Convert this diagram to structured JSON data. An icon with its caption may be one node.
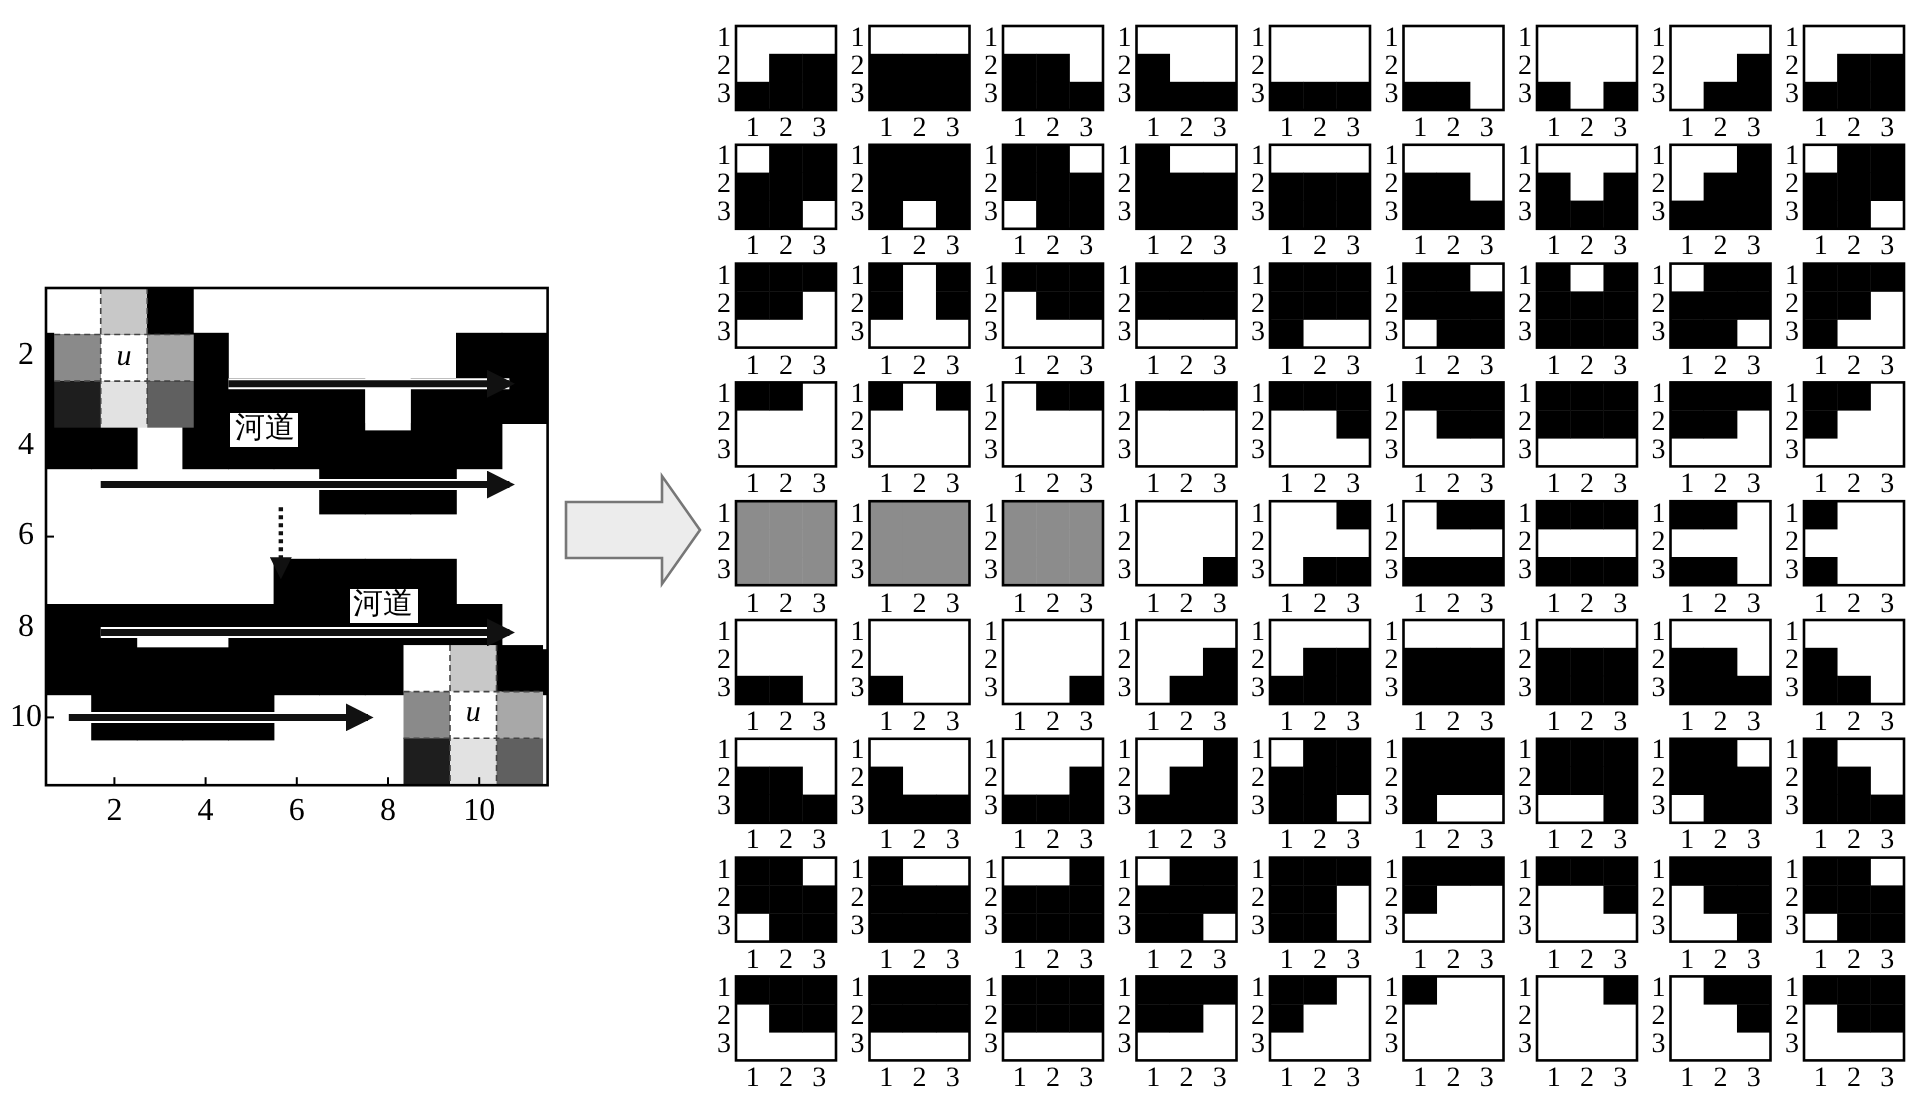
{
  "diagram": {
    "labels": [
      "u",
      "河道",
      "河道",
      "u",
      "2",
      "4",
      "6",
      "8",
      "10",
      "2",
      "4",
      "6",
      "8",
      "10",
      "1",
      "2",
      "3",
      "1",
      "2",
      "3",
      "1",
      "2",
      "3",
      "1",
      "2",
      "3",
      "1",
      "2",
      "3",
      "1",
      "2",
      "3",
      "1",
      "2",
      "3",
      "1",
      "2",
      "3",
      "1",
      "2",
      "3",
      "1",
      "2",
      "3",
      "1",
      "2",
      "3",
      "1",
      "2",
      "3",
      "1",
      "2",
      "3",
      "1",
      "2",
      "3",
      "1",
      "2",
      "3",
      "1",
      "2",
      "3",
      "1",
      "2",
      "3",
      "1",
      "2",
      "3",
      "1",
      "2",
      "3",
      "1",
      "2",
      "3",
      "1",
      "2",
      "3",
      "1",
      "2",
      "3",
      "1",
      "2",
      "3",
      "1",
      "2",
      "3",
      "1",
      "2",
      "3",
      "1",
      "2",
      "3",
      "1",
      "2",
      "3",
      "1",
      "2",
      "3",
      "1",
      "2",
      "3",
      "1",
      "2",
      "3",
      "1",
      "2",
      "3",
      "1",
      "2",
      "3",
      "1",
      "2",
      "3",
      "1",
      "2",
      "3",
      "1",
      "2",
      "3",
      "1",
      "2",
      "3",
      "1",
      "2",
      "3",
      "1",
      "2",
      "3",
      "1",
      "2",
      "3",
      "1",
      "2",
      "3",
      "1",
      "2",
      "3",
      "1",
      "2",
      "3",
      "1",
      "2",
      "3",
      "1",
      "2",
      "3",
      "1",
      "2",
      "3",
      "1",
      "2",
      "3",
      "1",
      "2",
      "3",
      "1",
      "2",
      "3",
      "1",
      "2",
      "3",
      "1",
      "2",
      "3",
      "1",
      "2",
      "3",
      "1",
      "2",
      "3",
      "1",
      "2",
      "3",
      "1",
      "2",
      "3",
      "1",
      "2",
      "3",
      "1",
      "2",
      "3",
      "1",
      "2",
      "3",
      "1",
      "2",
      "3",
      "1",
      "2",
      "3",
      "1",
      "2",
      "3",
      "1",
      "2",
      "3",
      "1",
      "2",
      "3",
      "1",
      "2",
      "3",
      "1",
      "2",
      "3",
      "1",
      "2",
      "3",
      "1",
      "2",
      "3",
      "1",
      "2",
      "3",
      "1",
      "2",
      "3",
      "1",
      "2",
      "3",
      "1",
      "2",
      "3",
      "1",
      "2",
      "3",
      "1",
      "2",
      "3",
      "1",
      "2",
      "3",
      "1",
      "2",
      "3",
      "1",
      "2",
      "3",
      "1",
      "2",
      "3",
      "1",
      "2",
      "3",
      "1",
      "2",
      "3",
      "1",
      "2",
      "3",
      "1",
      "2",
      "3",
      "1",
      "2",
      "3",
      "1",
      "2",
      "3",
      "1",
      "2",
      "3",
      "1",
      "2",
      "3",
      "1",
      "2",
      "3",
      "1",
      "2",
      "3",
      "1",
      "2",
      "3",
      "1",
      "2",
      "3",
      "1",
      "2",
      "3",
      "1",
      "2",
      "3",
      "1",
      "2",
      "3",
      "1",
      "2",
      "3",
      "1",
      "2",
      "3",
      "1",
      "2",
      "3",
      "1",
      "2",
      "3",
      "1",
      "2",
      "3",
      "1",
      "2",
      "3",
      "1",
      "2",
      "3",
      "1",
      "2",
      "3",
      "1",
      "2",
      "3",
      "1",
      "2",
      "3",
      "1",
      "2",
      "3",
      "1",
      "2",
      "3",
      "1",
      "2",
      "3",
      "1",
      "2",
      "3",
      "1",
      "2",
      "3",
      "1",
      "2",
      "3",
      "1",
      "2",
      "3",
      "1",
      "2",
      "3",
      "1",
      "2",
      "3",
      "1",
      "2",
      "3",
      "1",
      "2",
      "3",
      "1",
      "2",
      "3",
      "1",
      "2",
      "3",
      "1",
      "2",
      "3",
      "1",
      "2",
      "3",
      "1",
      "2",
      "3",
      "1",
      "2",
      "3",
      "1",
      "2",
      "3",
      "1",
      "2",
      "3",
      "1",
      "2",
      "3",
      "1",
      "2",
      "3",
      "1",
      "2",
      "3",
      "1",
      "2",
      "3",
      "1",
      "2",
      "3",
      "1",
      "2",
      "3",
      "1",
      "2",
      "3",
      "1",
      "2",
      "3",
      "1",
      "2",
      "3",
      "1",
      "2",
      "3",
      "1",
      "2",
      "3",
      "1",
      "2",
      "3",
      "1",
      "2",
      "3",
      "1",
      "2",
      "3",
      "1",
      "2",
      "3",
      "1",
      "2",
      "3",
      "1",
      "2",
      "3",
      "1",
      "2",
      "3",
      "1",
      "2",
      "3",
      "1",
      "2",
      "3",
      "1",
      "2",
      "3",
      "1",
      "2",
      "3",
      "1",
      "2",
      "3",
      "1",
      "2",
      "3",
      "1",
      "2",
      "3",
      "1",
      "2",
      "3",
      "1",
      "2",
      "3",
      "1",
      "2",
      "3",
      "1",
      "2",
      "3",
      "1",
      "2",
      "3",
      "1",
      "2",
      "3",
      "1",
      "2",
      "3",
      "1",
      "2",
      "3",
      "1",
      "2",
      "3",
      "1",
      "2",
      "3",
      "1",
      "2",
      "3",
      "1",
      "2",
      "3",
      "1",
      "2",
      "3",
      "1",
      "2",
      "3",
      "1",
      "2",
      "3",
      "1",
      "2",
      "3",
      "1",
      "2",
      "3"
    ]
  }
}
